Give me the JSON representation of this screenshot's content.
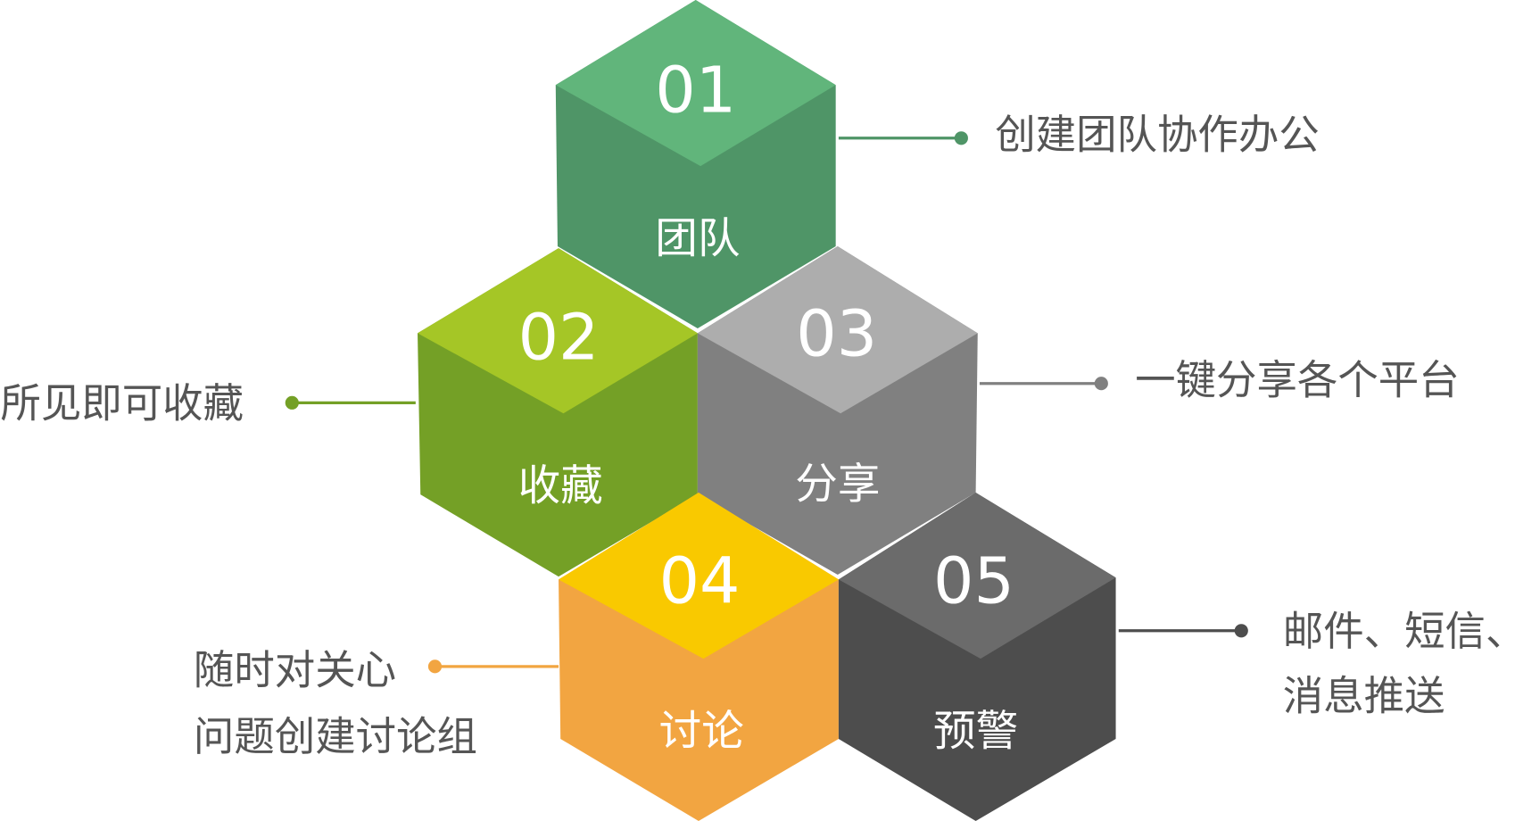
{
  "cubes": [
    {
      "number": "01",
      "label": "团队",
      "top_color": "#61b57b",
      "side_color": "#4f9567",
      "callout": [
        "创建团队协作办公"
      ]
    },
    {
      "number": "02",
      "label": "收藏",
      "top_color": "#a5c626",
      "side_color": "#74a026",
      "callout": [
        "所见即可收藏"
      ]
    },
    {
      "number": "03",
      "label": "分享",
      "top_color": "#adadad",
      "side_color": "#808080",
      "callout": [
        "一键分享各个平台"
      ]
    },
    {
      "number": "04",
      "label": "讨论",
      "top_color": "#f9c900",
      "side_color": "#f2a541",
      "callout": [
        "随时对关心",
        "问题创建讨论组"
      ]
    },
    {
      "number": "05",
      "label": "预警",
      "top_color": "#6b6b6b",
      "side_color": "#4d4d4d",
      "callout": [
        "邮件、短信、",
        "消息推送"
      ]
    }
  ]
}
